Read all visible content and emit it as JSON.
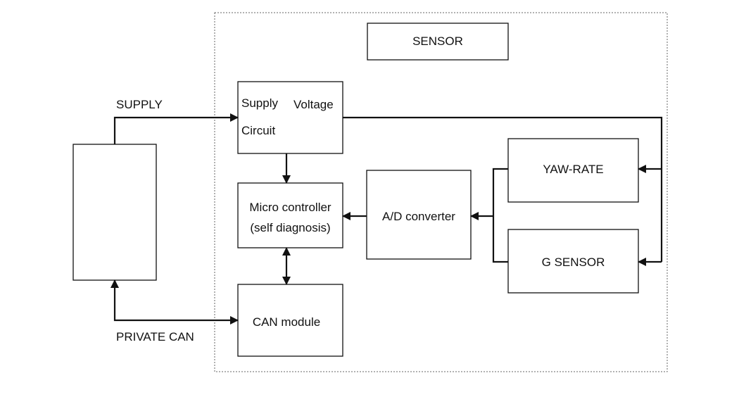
{
  "sensor_title": "SENSOR",
  "supply_label": "SUPPLY",
  "private_can_label": "PRIVATE CAN",
  "blocks": {
    "supply_voltage_circuit": {
      "word1": "Supply",
      "word2": "Voltage",
      "word3": "Circuit"
    },
    "micro_controller": {
      "line1": "Micro controller",
      "line2": "(self diagnosis)"
    },
    "can_module": "CAN module",
    "ad_converter": "A/D converter",
    "yaw_rate": "YAW-RATE",
    "g_sensor": "G SENSOR"
  }
}
